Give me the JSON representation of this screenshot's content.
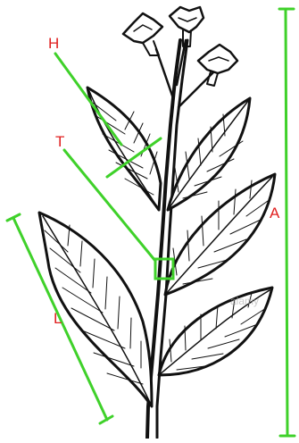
{
  "diagram": {
    "labels": {
      "H": "H",
      "T": "T",
      "L": "L",
      "A": "A"
    }
  },
  "colors": {
    "ink": "#111111",
    "measure": "#3fd12a",
    "label": "#e02020",
    "background": "#ffffff"
  },
  "watermark": "alamy"
}
